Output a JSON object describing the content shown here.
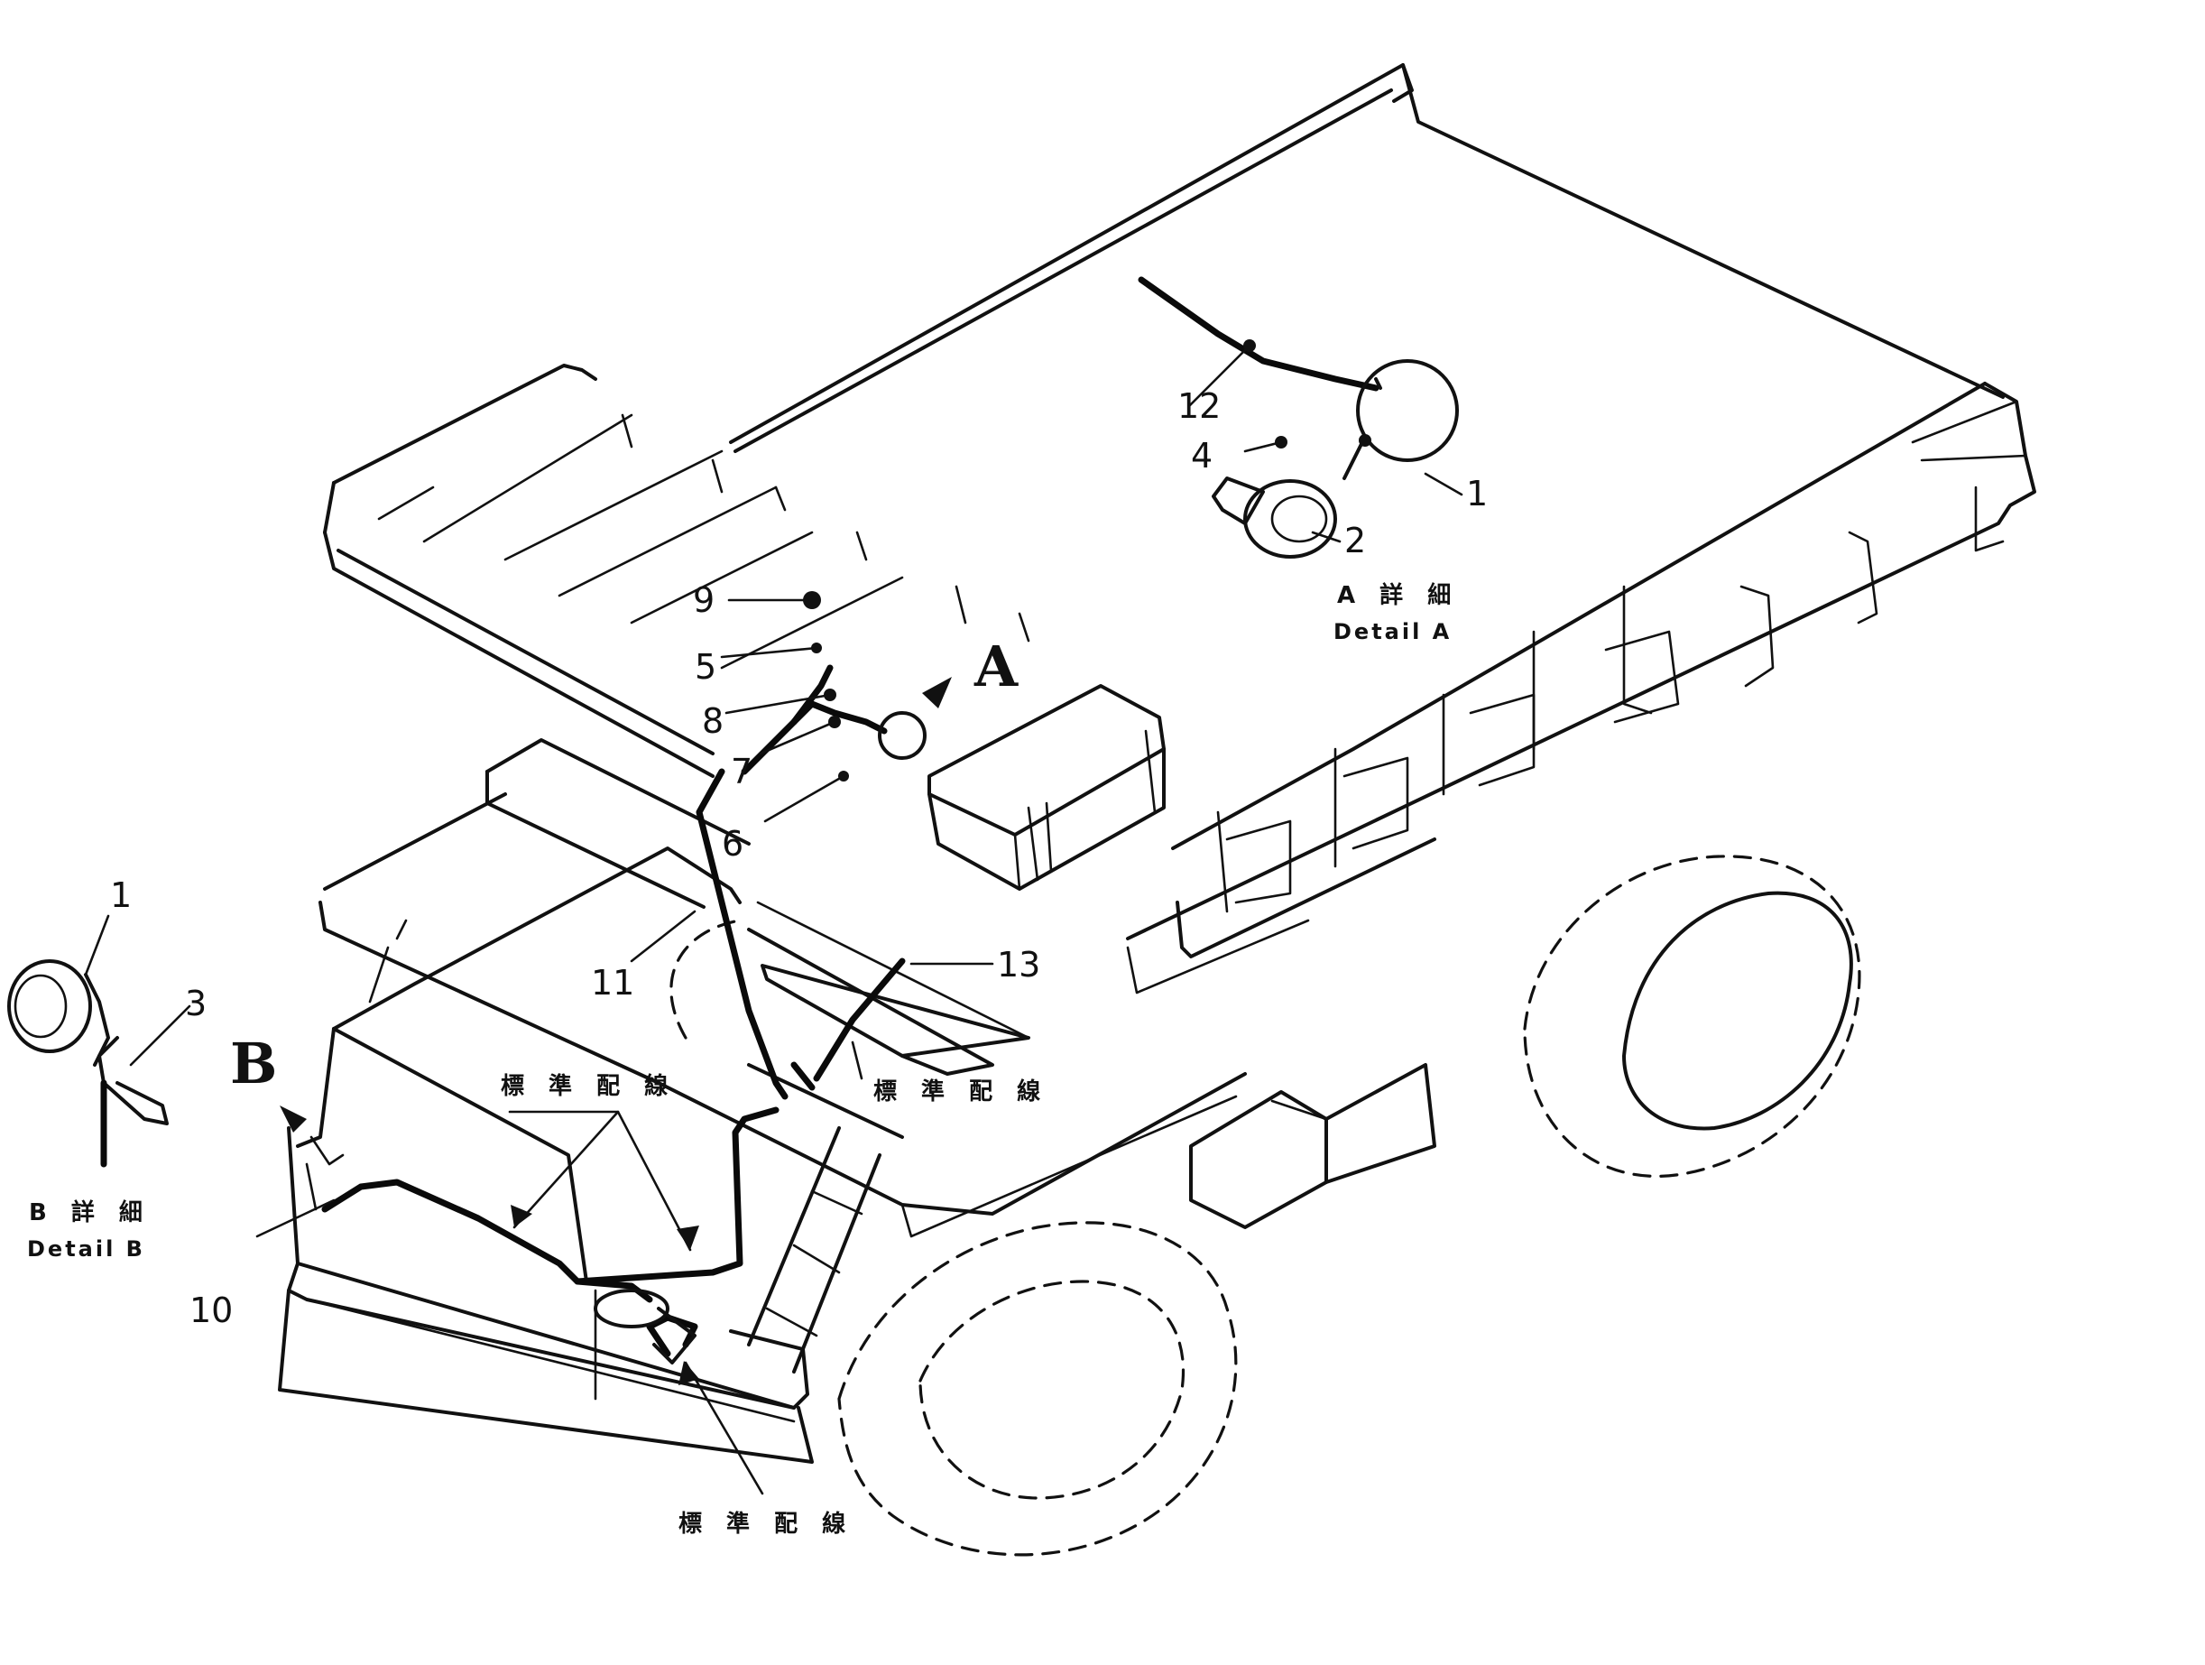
{
  "views": {
    "main_arrow_A": "A",
    "main_arrow_B": "B"
  },
  "callouts": {
    "c1_detail_a": "1",
    "c2": "2",
    "c4": "4",
    "c12": "12",
    "c9": "9",
    "c5": "5",
    "c8": "8",
    "c7": "7",
    "c6": "6",
    "c11": "11",
    "c13": "13",
    "c1_detail_b": "1",
    "c3": "3",
    "c10": "10"
  },
  "captions": {
    "detail_a_jp": "A 詳 細",
    "detail_a_en": "Detail  A",
    "detail_b_jp": "B 詳 細",
    "detail_b_en": "Detail  B",
    "standard_wiring_1": "標 準 配 線",
    "standard_wiring_2": "標 準 配 線",
    "standard_wiring_3": "標 準 配 線"
  }
}
